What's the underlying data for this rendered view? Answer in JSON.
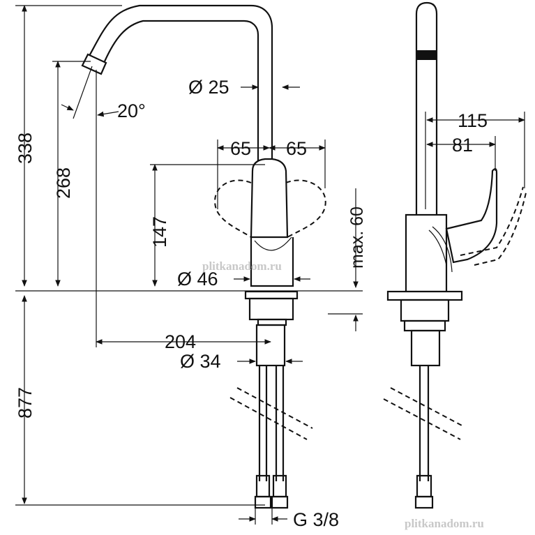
{
  "dimensions": {
    "total_height": "338",
    "spout_height": "268",
    "spout_angle": "20°",
    "spout_diameter": "Ø 25",
    "handle_left": "65",
    "handle_right": "65",
    "handle_height": "147",
    "body_diameter": "Ø 46",
    "handle_clearance": "max. 60",
    "reach": "204",
    "shank_diameter": "Ø 34",
    "below_deck": "877",
    "connection": "G 3/8",
    "side_depth_1": "115",
    "side_depth_2": "81"
  },
  "watermark": {
    "text_1": "plitkanadom.ru",
    "text_2": "plitkanadom.ru"
  }
}
